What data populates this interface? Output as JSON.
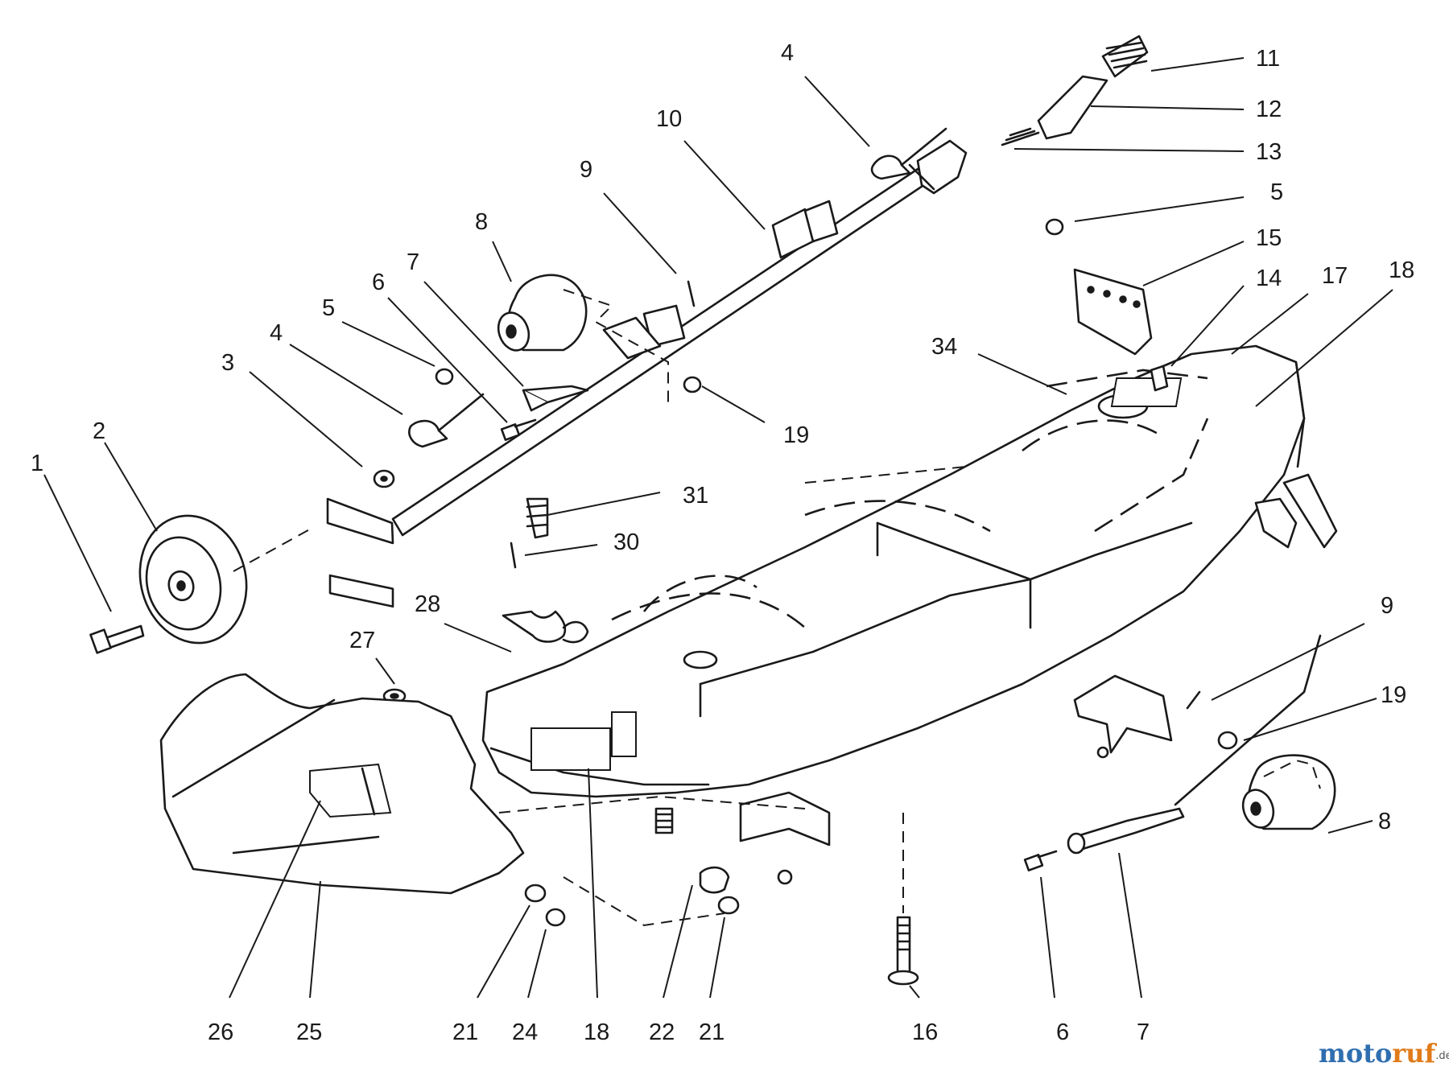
{
  "callouts": [
    {
      "id": "c1",
      "label": "1"
    },
    {
      "id": "c2",
      "label": "2"
    },
    {
      "id": "c3",
      "label": "3"
    },
    {
      "id": "c4a",
      "label": "4"
    },
    {
      "id": "c5a",
      "label": "5"
    },
    {
      "id": "c6a",
      "label": "6"
    },
    {
      "id": "c7a",
      "label": "7"
    },
    {
      "id": "c8a",
      "label": "8"
    },
    {
      "id": "c9a",
      "label": "9"
    },
    {
      "id": "c10",
      "label": "10"
    },
    {
      "id": "c4b",
      "label": "4"
    },
    {
      "id": "c11",
      "label": "11"
    },
    {
      "id": "c12",
      "label": "12"
    },
    {
      "id": "c13",
      "label": "13"
    },
    {
      "id": "c5b",
      "label": "5"
    },
    {
      "id": "c15",
      "label": "15"
    },
    {
      "id": "c14",
      "label": "14"
    },
    {
      "id": "c17",
      "label": "17"
    },
    {
      "id": "c18a",
      "label": "18"
    },
    {
      "id": "c34",
      "label": "34"
    },
    {
      "id": "c19a",
      "label": "19"
    },
    {
      "id": "c31",
      "label": "31"
    },
    {
      "id": "c30",
      "label": "30"
    },
    {
      "id": "c28",
      "label": "28"
    },
    {
      "id": "c27",
      "label": "27"
    },
    {
      "id": "c9b",
      "label": "9"
    },
    {
      "id": "c19b",
      "label": "19"
    },
    {
      "id": "c8b",
      "label": "8"
    },
    {
      "id": "c26",
      "label": "26"
    },
    {
      "id": "c25",
      "label": "25"
    },
    {
      "id": "c21a",
      "label": "21"
    },
    {
      "id": "c24",
      "label": "24"
    },
    {
      "id": "c18b",
      "label": "18"
    },
    {
      "id": "c22",
      "label": "22"
    },
    {
      "id": "c21b",
      "label": "21"
    },
    {
      "id": "c16",
      "label": "16"
    },
    {
      "id": "c6b",
      "label": "6"
    },
    {
      "id": "c7b",
      "label": "7"
    }
  ],
  "watermark": {
    "part1": "moto",
    "part2": "ruf",
    "suffix": ".de",
    "color_primary": "#2f6fb0",
    "color_accent": "#e07b1a"
  }
}
